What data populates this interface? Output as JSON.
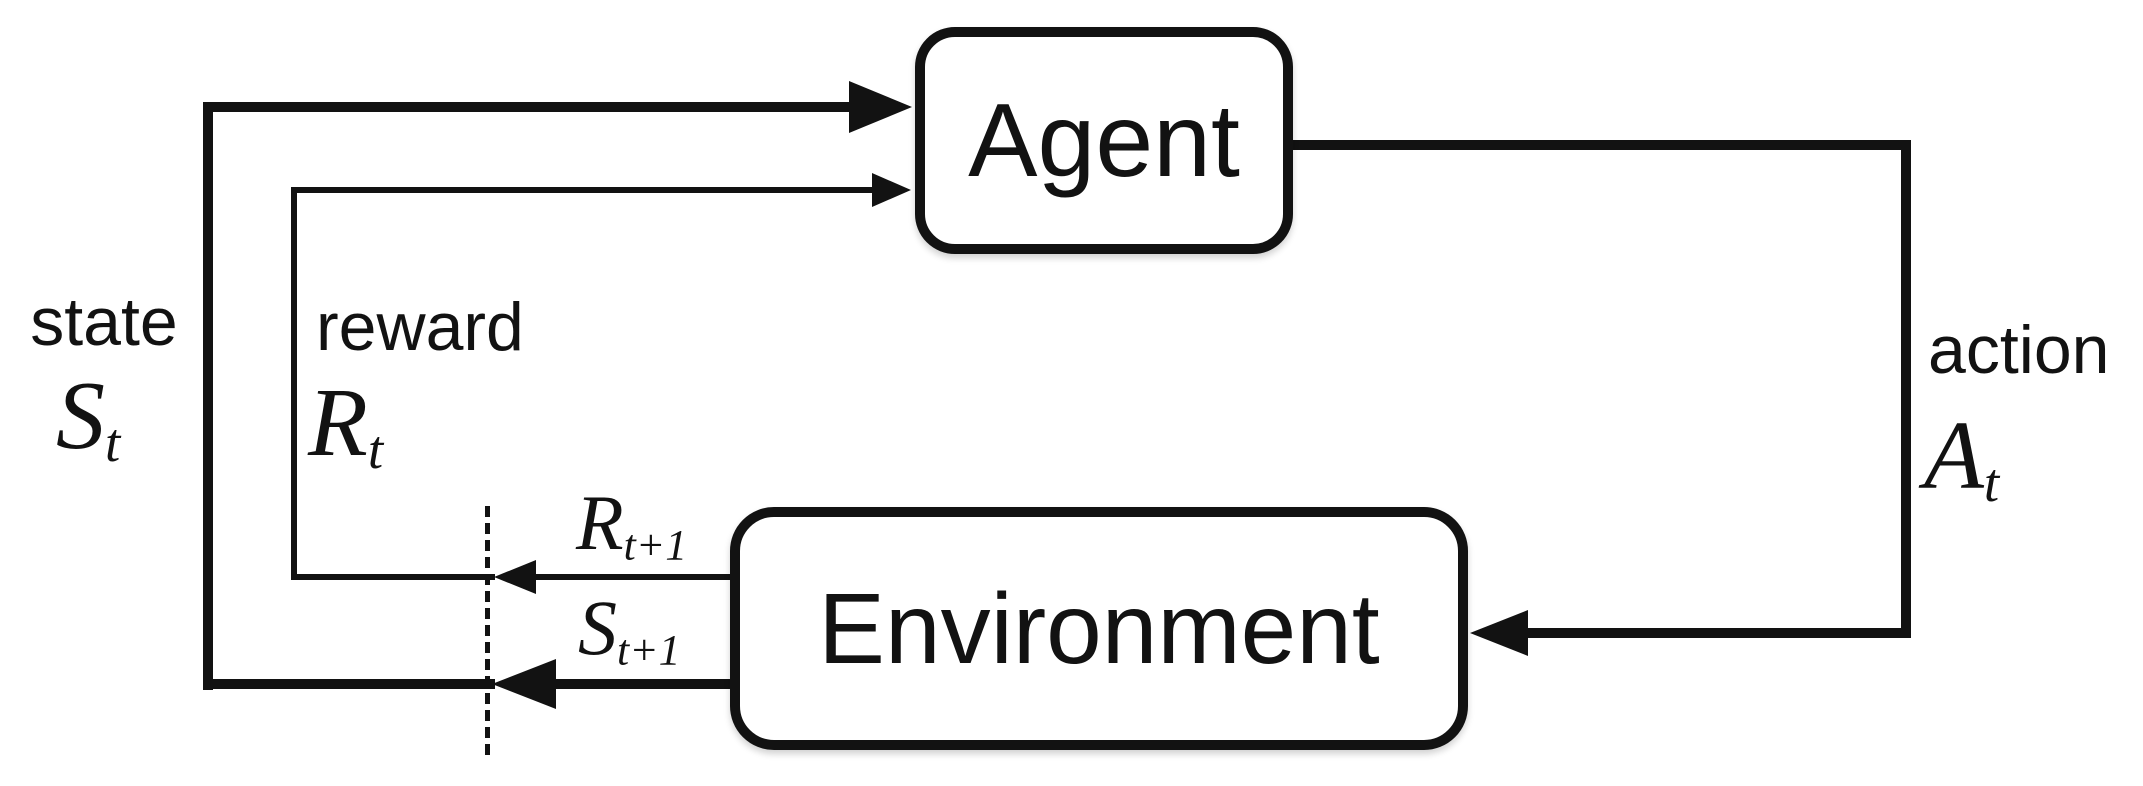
{
  "diagram": {
    "background_color": "#ffffff",
    "line_color": "#121212",
    "nodes": {
      "agent": {
        "label": "Agent"
      },
      "environment": {
        "label": "Environment"
      }
    },
    "edges": {
      "state": {
        "word": "state",
        "symbol": "S",
        "subscript": "t"
      },
      "reward": {
        "word": "reward",
        "symbol": "R",
        "subscript": "t"
      },
      "action": {
        "word": "action",
        "symbol": "A",
        "subscript": "t"
      },
      "next_reward": {
        "symbol": "R",
        "subscript": "t+1"
      },
      "next_state": {
        "symbol": "S",
        "subscript": "t+1"
      }
    }
  }
}
